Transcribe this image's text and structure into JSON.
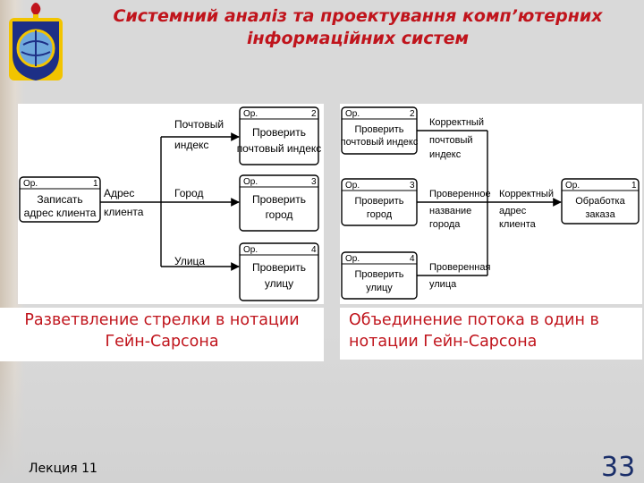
{
  "header": {
    "title_line1": "Системний аналіз та проектування комп’ютерних",
    "title_line2": "інформаційних систем"
  },
  "logo": {
    "icon": "university-crest-icon",
    "colors": [
      "#1d2f86",
      "#f2c400",
      "#c0141c"
    ]
  },
  "diagram_left": {
    "source": {
      "id": "Ор.",
      "num": "1",
      "lines": [
        "Записать",
        "адрес клиента"
      ]
    },
    "flow_label": [
      "Адрес",
      "клиента"
    ],
    "branches": [
      {
        "label": [
          "Почтовый",
          "индекс"
        ],
        "id": "Ор.",
        "num": "2",
        "lines": [
          "Проверить",
          "почтовый индекс"
        ]
      },
      {
        "label": [
          "Город"
        ],
        "id": "Ор.",
        "num": "3",
        "lines": [
          "Проверить",
          "город"
        ]
      },
      {
        "label": [
          "Улица"
        ],
        "id": "Ор.",
        "num": "4",
        "lines": [
          "Проверить",
          "улицу"
        ]
      }
    ]
  },
  "diagram_right": {
    "inputs": [
      {
        "id": "Ор.",
        "num": "2",
        "lines": [
          "Проверить",
          "почтовый индекс"
        ],
        "label": [
          "Корректный",
          "почтовый",
          "индекс"
        ]
      },
      {
        "id": "Ор.",
        "num": "3",
        "lines": [
          "Проверить",
          "город"
        ],
        "label": [
          "Проверенное",
          "название",
          "города"
        ]
      },
      {
        "id": "Ор.",
        "num": "4",
        "lines": [
          "Проверить",
          "улицу"
        ],
        "label": [
          "Проверенная",
          "улица"
        ]
      }
    ],
    "merged_label": [
      "Корректный",
      "адрес",
      "клиента"
    ],
    "target": {
      "id": "Ор.",
      "num": "1",
      "lines": [
        "Обработка",
        "заказа"
      ]
    }
  },
  "captions": {
    "left": [
      "Разветвление стрелки в нотации",
      "Гейн-Сарсона"
    ],
    "right": [
      "Объединение потока в один в",
      "нотации Гейн-Сарсона"
    ]
  },
  "footer": {
    "lecture": "Лекция 11",
    "page": "33"
  },
  "colors": {
    "title": "#c0141c",
    "page_number": "#1b2f6a",
    "background": "#d9d9d9"
  }
}
